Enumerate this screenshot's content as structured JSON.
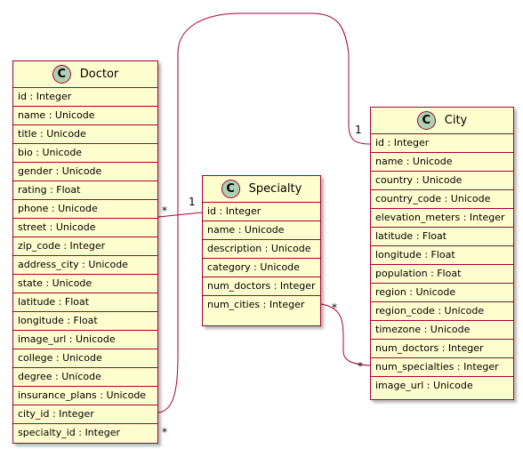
{
  "colors": {
    "class_fill": "#FEFECE",
    "class_border": "#A80036",
    "stereotype_circle": "#ADD1B2"
  },
  "classes": {
    "doctor": {
      "stereotype": "C",
      "name": "Doctor",
      "attributes": [
        "id : Integer",
        "name : Unicode",
        "title : Unicode",
        "bio : Unicode",
        "gender : Unicode",
        "rating : Float",
        "phone : Unicode",
        "street : Unicode",
        "zip_code : Integer",
        "address_city : Unicode",
        "state : Unicode",
        "latitude : Float",
        "longitude : Float",
        "image_url : Unicode",
        "college : Unicode",
        "degree : Unicode",
        "insurance_plans : Unicode",
        "city_id : Integer",
        "specialty_id : Integer"
      ]
    },
    "specialty": {
      "stereotype": "C",
      "name": "Specialty",
      "attributes": [
        "id : Integer",
        "name : Unicode",
        "description : Unicode",
        "category : Unicode",
        "num_doctors : Integer",
        "num_cities : Integer"
      ]
    },
    "city": {
      "stereotype": "C",
      "name": "City",
      "attributes": [
        "id : Integer",
        "name : Unicode",
        "country : Unicode",
        "country_code : Unicode",
        "elevation_meters : Integer",
        "latitude : Float",
        "longitude : Float",
        "population : Float",
        "region : Unicode",
        "region_code : Unicode",
        "timezone : Unicode",
        "num_doctors : Integer",
        "num_specialties : Integer",
        "image_url : Unicode"
      ]
    }
  },
  "multiplicities": {
    "doctor_city_many": "*",
    "doctor_city_one": "1",
    "doctor_specialty_many": "*",
    "doctor_specialty_one": "1",
    "specialty_city_left": "*",
    "specialty_city_right": "*"
  }
}
